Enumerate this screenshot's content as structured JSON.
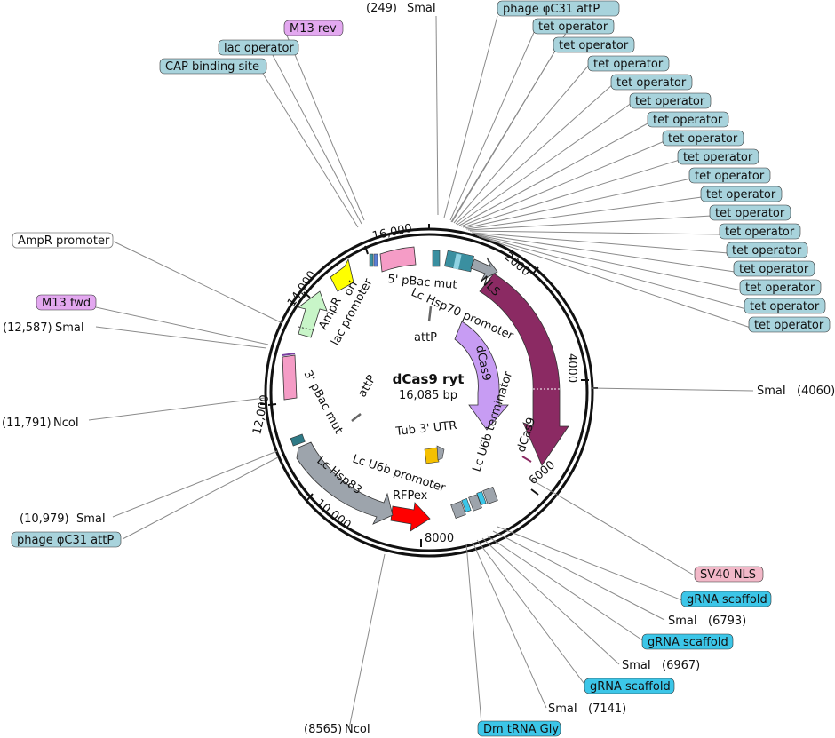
{
  "plasmid": {
    "name": "dCas9 ryt",
    "length_label": "16,085 bp",
    "length_bp": 16085
  },
  "ruler": [
    "2000",
    "4000",
    "6000",
    "8000",
    "10,000",
    "12,000",
    "14,000",
    "16,000"
  ],
  "colors": {
    "operator_box": "#a8d3dc",
    "primer_box": "#e3a8f0",
    "nls_box": "#f2b8c8",
    "grna_box": "#3cc6e8",
    "promoter_box": "#ffffff",
    "dcas9": "#8b2a63",
    "dcas9_light": "#c79cf3",
    "pbac": "#f59cc6",
    "ampr": "#c8f5c8",
    "ori": "#ffff00",
    "rfp": "#ff0000",
    "tub": "#f5c000",
    "hsp": "#9da4ac"
  },
  "callouts": {
    "smai_249": {
      "pos": "(249)",
      "name": "SmaI"
    },
    "attp_top": "phage φC31 attP",
    "tet_ops": [
      "tet operator",
      "tet operator",
      "tet operator",
      "tet operator",
      "tet operator",
      "tet operator",
      "tet operator",
      "tet operator",
      "tet operator",
      "tet operator",
      "tet operator",
      "tet operator",
      "tet operator",
      "tet operator",
      "tet operator",
      "tet operator",
      "tet operator"
    ],
    "m13_rev": "M13 rev",
    "lac_op": "lac operator",
    "cap": "CAP binding site",
    "ampr_promoter": "AmpR promoter",
    "m13_fwd": "M13 fwd",
    "smai_12587": {
      "pos": "(12,587)",
      "name": "SmaI"
    },
    "ncoi_11791": {
      "pos": "(11,791)",
      "name": "NcoI"
    },
    "smai_10979": {
      "pos": "(10,979)",
      "name": "SmaI"
    },
    "attp_bottom": "phage φC31 attP",
    "smai_4060": {
      "name": "SmaI",
      "pos": "(4060)"
    },
    "sv40": "SV40 NLS",
    "grna1": "gRNA scaffold",
    "smai_6793": {
      "name": "SmaI",
      "pos": "(6793)"
    },
    "grna2": "gRNA scaffold",
    "smai_6967": {
      "name": "SmaI",
      "pos": "(6967)"
    },
    "grna3": "gRNA scaffold",
    "smai_7141": {
      "name": "SmaI",
      "pos": "(7141)"
    },
    "trna": "Dm tRNA Gly",
    "ncoi_8565": {
      "pos": "(8565)",
      "name": "NcoI"
    }
  },
  "features": {
    "pbac5": "5' pBac mut",
    "hsp70": "Lc Hsp70 promoter",
    "nls": "NLS",
    "attp_inner_top": "attP",
    "dcas9_inner": "dCas9",
    "u6b_term": "Lc U6b terminator",
    "dcas9_outer": "dCas9",
    "tub": "Tub 3' UTR",
    "u6b_prom": "Lc U6b promoter",
    "rfp": "RFPex",
    "hsp83": "Lc Hsp83",
    "pbac3": "3' pBac mut",
    "attp_inner_left": "attP",
    "ampr": "AmpR",
    "ori": "ori",
    "lac_prom": "lac promoter"
  }
}
